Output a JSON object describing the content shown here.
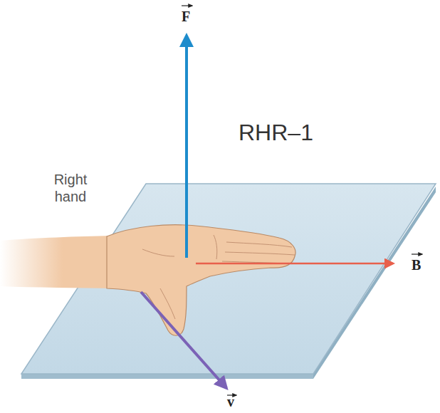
{
  "diagram": {
    "labels": [
      "F",
      "B",
      "v",
      "RHR–1",
      "Right hand"
    ]
  }
}
